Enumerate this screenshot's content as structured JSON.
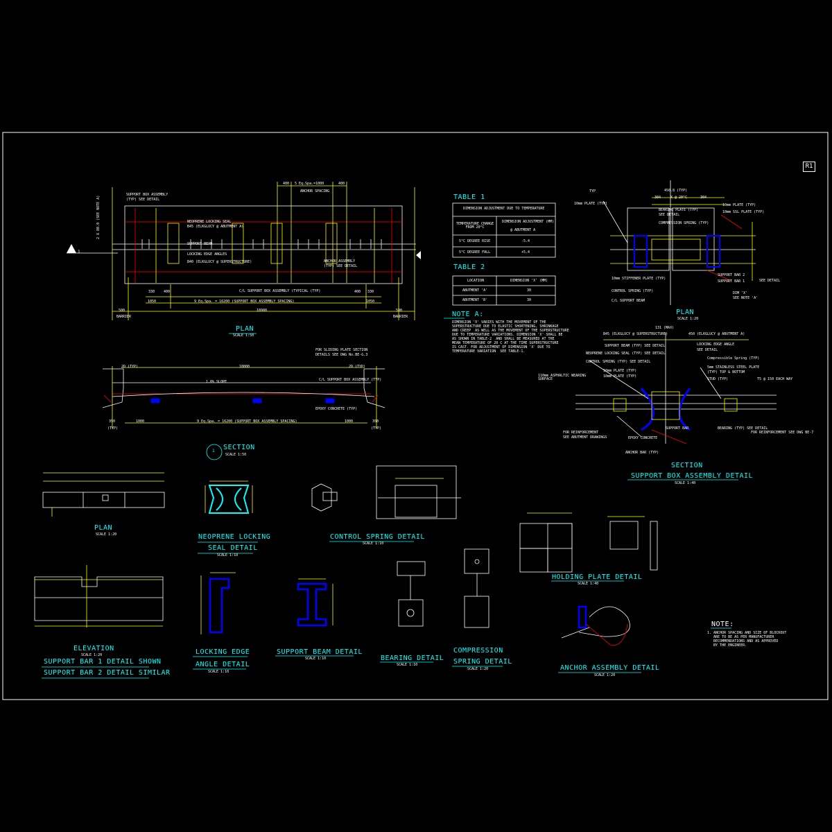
{
  "sheet": {
    "revision_tag": "R1"
  },
  "titles": {
    "plan_main": "PLAN",
    "plan_main_scale": "SCALE 1:50",
    "section_1": "SECTION",
    "section_1_scale": "SCALE 1:50",
    "section_marker": "1",
    "plan_top_right": "PLAN",
    "plan_top_right_scale": "SCALE 1:20",
    "section_box": "SECTION",
    "section_box_sub": "SUPPORT BOX ASSEMBLY DETAIL",
    "section_box_scale": "SCALE 1:40",
    "plan_small": "PLAN",
    "plan_small_scale": "SCALE 1:20",
    "neoprene_1": "NEOPRENE LOCKING",
    "neoprene_2": "SEAL DETAIL",
    "neoprene_scale": "SCALE 1:10",
    "control_spring": "CONTROL SPRING DETAIL",
    "control_spring_scale": "SCALE 1:10",
    "elevation": "ELEVATION",
    "elevation_scale": "SCALE 1:20",
    "elevation_sub1": "SUPPORT BAR 1 DETAIL SHOWN",
    "elevation_sub2": "SUPPORT BAR 2 DETAIL SIMILAR",
    "locking_1": "LOCKING EDGE",
    "locking_2": "ANGLE DETAIL",
    "locking_scale": "SCALE 1:10",
    "support_beam": "SUPPORT BEAM DETAIL",
    "support_beam_scale": "SCALE 1:10",
    "bearing": "BEARING DETAIL",
    "bearing_scale": "SCALE 1:10",
    "compression_1": "COMPRESSION",
    "compression_2": "SPRING DETAIL",
    "compression_scale": "SCALE 1:20",
    "holding_plate": "HOLDING PLATE DETAIL",
    "holding_plate_scale": "SCALE 1:40",
    "anchor": "ANCHOR ASSEMBLY DETAIL",
    "anchor_scale": "SCALE 1:20"
  },
  "table1": {
    "title": "TABLE 1",
    "header_left": "",
    "header_right": "DIMENSION ADJUSTMENT DUE TO TEMPERATURE",
    "col_a": "TEMPERATURE CHANGE FROM 20°C",
    "col_b": "DIMENSION ADJUSTMENT (MM)",
    "col_b2": "@ ABUTMENT A",
    "row1_label": "5°C DEGREE RISE",
    "row1_value": "-5.4",
    "row2_label": "5°C DEGREE FALL",
    "row2_value": "+5.4"
  },
  "table2": {
    "title": "TABLE 2",
    "col_a": "LOCATION",
    "col_b": "DIMENSION 'X' (MM)",
    "row1_label": "ABUTMENT 'A'",
    "row1_value": "30",
    "row2_label": "ABUTMENT 'B'",
    "row2_value": "30"
  },
  "note_a": {
    "title": "NOTE A:",
    "body": "DIMENSION 'X' VARIES WITH THE MOVEMENT OF THE\nSUPERSTRUCTURE DUE TO ELASTIC SHORTENING, SHRINKAGE\nAND CREEP  AS WELL AS THE MOVEMENT OF THE SUPERSTRUCTURE\nDUE TO TEMPERATURE VARIATIONS. DIMENSION 'X' SHALL BE\nAS SHOWN IN TABLE-2  AND SHALL BE MEASURED AT THE\nMEAN TEMPERATURE OF 20 C AT THE TIME SUPERSTRUCTURE\nIS CAST. FOR ADJUSTMENT OF DIMENSION 'X' DUE TO\nTEMPERATURE VARIATION  SEE TABLE-1."
  },
  "note": {
    "title": "NOTE:",
    "body": "1. ANCHOR SPACING AND SIZE OF BLOCKOUT\n   ARE TO BE AS PER MANUFACTURER\n   RECOMMENDATIONS AND AS APPROVED\n   BY THE ENGINEER."
  },
  "plan_main": {
    "dim_top_a": "400",
    "dim_top_b": "5 Eq.Spa.=1000",
    "dim_top_c": "400",
    "anchor_spacing": "ANCHOR SPACING",
    "left_call_1": "SUPPORT BOX ASSEMBLY",
    "left_call_2": "(TYP) SEE DETAIL",
    "seal_1": "NEOPRENE LOCKING SEAL",
    "seal_2": "B45 (ELKGLUCY @ ABUTMENT A)",
    "support_beam": "SUPPORT BEAM",
    "locking_angle": "LOCKING EDGE ANGLES",
    "b40": "B40 (ELKGLUCY @ SUPERSTRUCTURE)",
    "anchor_call_1": "ANCHOR ASSEMBLY",
    "anchor_call_2": "(TYP) SEE DETAIL",
    "cl_support": "C/L SUPPORT BOX ASSEMBLY (TYPICAL (TYP)",
    "d330": "330",
    "d400": "400",
    "d400b": "400",
    "d330b": "330",
    "d1050": "1050",
    "dmid": "9 Eq.Spa. = 16200 (SUPPORT BOX ASSEMBLY SPACING)",
    "d1050b": "1050",
    "d500": "500",
    "dtotal": "18900",
    "d500b": "500",
    "barrier_l": "BARRIER",
    "barrier_r": "BARRIER",
    "side_dim": "2 X 80.0  (SEE NOTE A)"
  },
  "section_1_labels": {
    "t1": "2D (TYP)",
    "t2": "18000",
    "t3": "2D (TYP)",
    "slope": "1.0% SLOPE",
    "call_1": "FOR SLIDING PLATE SECTION",
    "call_2": "DETAILS SEE DWG No.BE-G.3",
    "call_3": "C/L SUPPORT BOX ASSEMBLY (TYP)",
    "epoxy": "EPOXY CONCRETE (TYP)",
    "d350l": "350",
    "d1000": "1000",
    "dspan": "9 Eq.Spa. = 16200 (SUPPORT BOX ASSEMBLY SPACING)",
    "d1000b": "1000",
    "d350r": "350",
    "typ_l": "(TYP)",
    "typ_r": "(TYP)"
  },
  "plan_tr": {
    "dim1": "450.8 (TYP)",
    "dim2": "304",
    "dim3": "X @ 20°C",
    "dim4": "304",
    "c1": "TYP",
    "c2": "10mm PLATE (TYP)",
    "c3": "BEARING PLATE (TYP)",
    "c4": "SEE DETAIL",
    "c5": "COMPRESSION SPRING (TYP)",
    "c6": "10mm PLATE (TYP)",
    "c7": "10mm SSL PLATE (TYP)",
    "c8": "10mm STIFFENER PLATE (TYP)",
    "c9": "CONTROL SPRING (TYP)",
    "c10": "C/L SUPPORT BEAM",
    "c11": "SUPPORT BAR 2",
    "c12": "SUPPORT BAR 1",
    "c13": "SEE DETAIL",
    "c14": "DIM 'X'",
    "c15": "SEE NOTE 'A'"
  },
  "section_box_labels": {
    "top1": "B45 (ELKGLUCY @ SUPERSTRUCTURE)",
    "top2": "131 (MAX)",
    "top3": "450 (ELKGLUCY @ ABUTMENT A)",
    "a1": "SUPPORT BEAM (TYP) SEE DETAIL",
    "a2": "NEOPRENE LOCKING SEAL (TYP) SEE DETAIL",
    "a3": "CONTROL SPRING (TYP) SEE DETAIL",
    "a4": "LOCKING EDGE ANGLE",
    "a5": "SEE DETAIL",
    "a6": "Compressible Spring (TYP)",
    "a7": "5mm STAINLESS STEEL PLATE",
    "a8": "(TYP) TOP & BOTTOM",
    "a9": "STUD (TYP)",
    "a10": "10mm PLATE (TYP)",
    "a11": "10mm PLATE (TYP)",
    "a12": "110mm ASPHALTIC WEARING SURFACE",
    "a13": "T5 @ 150 EACH WAY",
    "a14": "FOR REINFORCEMENT",
    "a15": "SEE ABUTMENT DRAWINGS",
    "a16": "EPOXY CONCRETE",
    "a17": "ANCHOR BAR (TYP)",
    "a18": "SUPPORT BAR",
    "a19": "BEARING (TYP) SEE DETAIL",
    "a20": "FOR REINFORCEMENT SEE DWG BE-7"
  }
}
